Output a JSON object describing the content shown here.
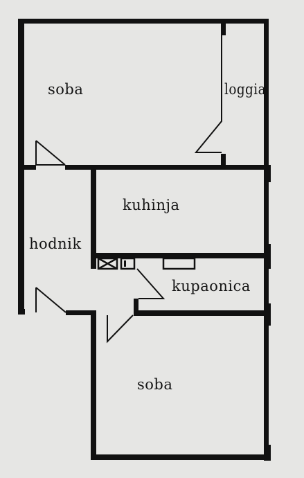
{
  "floor_plan": {
    "rooms": [
      {
        "id": "soba-north",
        "label": "soba"
      },
      {
        "id": "loggia",
        "label": "loggia"
      },
      {
        "id": "kuhinja",
        "label": "kuhinja"
      },
      {
        "id": "hodnik",
        "label": "hodnik"
      },
      {
        "id": "kupaonica",
        "label": "kupaonica"
      },
      {
        "id": "soba-south",
        "label": "soba"
      }
    ],
    "colors": {
      "background": "#e6e6e4",
      "wall": "#111111",
      "text": "#141414"
    }
  }
}
